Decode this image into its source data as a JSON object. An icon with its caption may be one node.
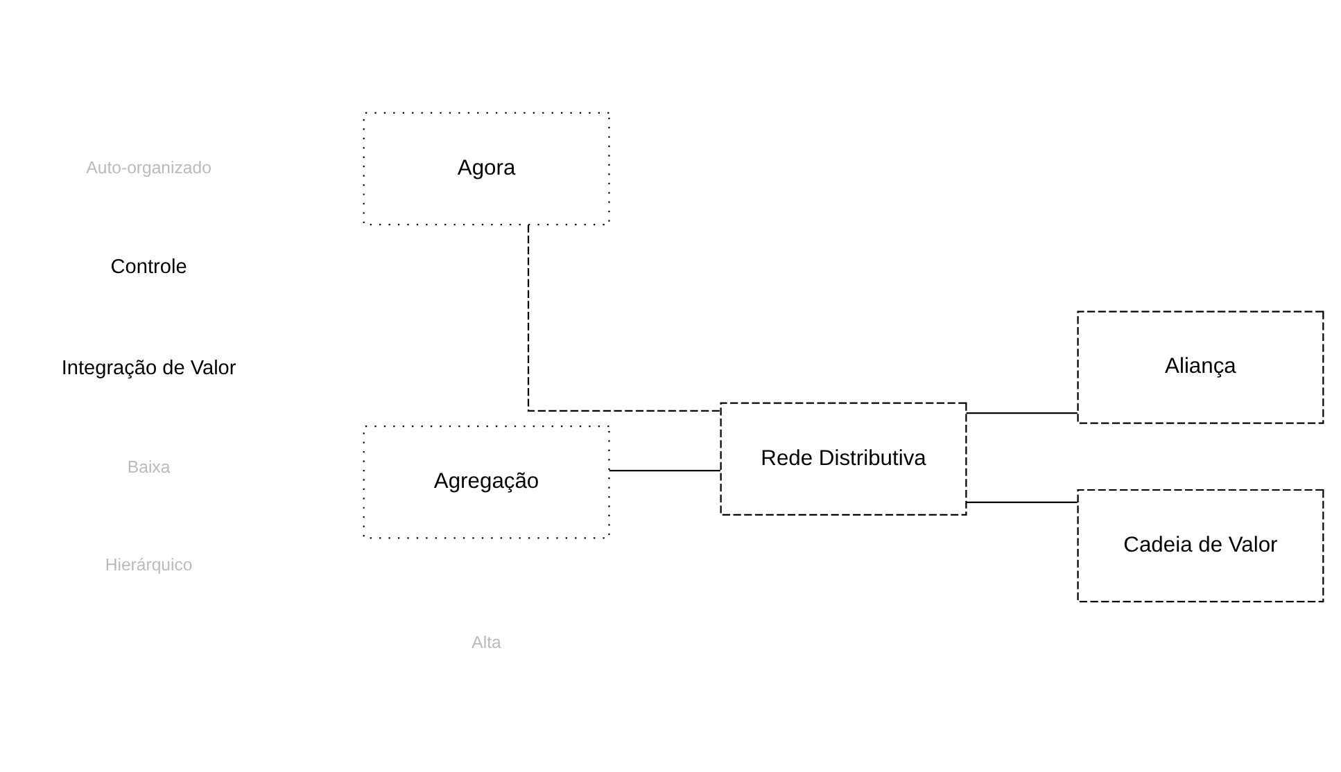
{
  "diagram": {
    "nodes": [
      {
        "text": [
          "Agora"
        ]
      },
      {
        "text": [
          "Aliança"
        ]
      },
      {
        "text": [
          "Rede Distributiva"
        ]
      },
      {
        "text": [
          "Agregação"
        ]
      },
      {
        "text": [
          "Cadeia de Valor"
        ]
      }
    ],
    "edges": [
      {
        "from": 0,
        "to": 2,
        "arrow": "none",
        "style": "dashed"
      },
      {
        "from": 2,
        "to": 1,
        "arrow": "none"
      },
      {
        "from": 3,
        "to": 2,
        "arrow": "none"
      },
      {
        "from": 2,
        "to": 4,
        "arrow": "none"
      }
    ],
    "labels": [
      "Auto-organizado",
      "Controle",
      "Hierárquico",
      "Baixa",
      "Integração de Valor",
      "Alta"
    ]
  }
}
